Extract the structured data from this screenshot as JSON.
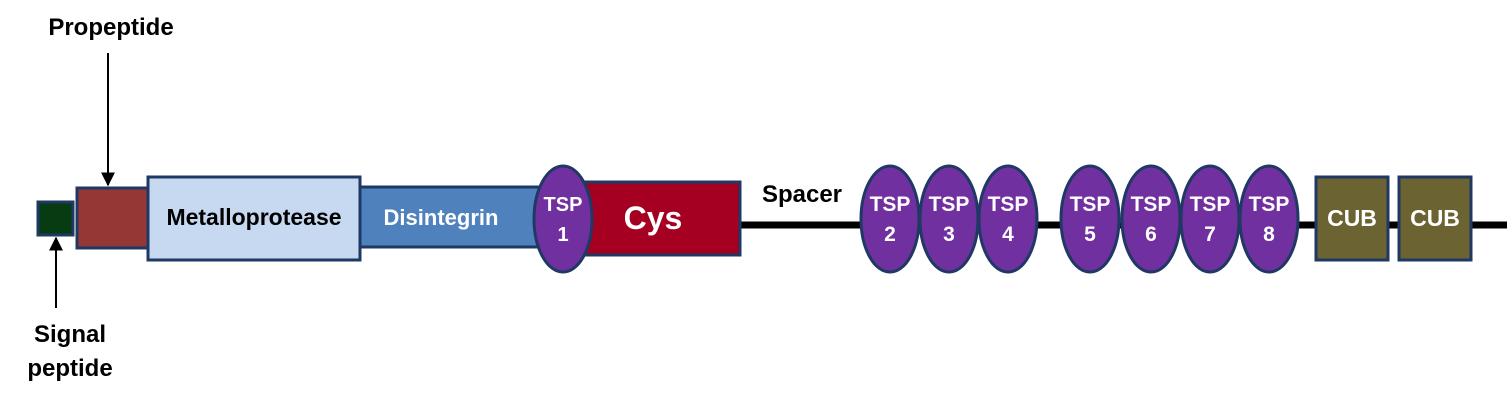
{
  "labels": {
    "propeptide": "Propeptide",
    "signal_line1": "Signal",
    "signal_line2": "peptide",
    "spacer": "Spacer"
  },
  "domains": {
    "metalloprotease": "Metalloprotease",
    "disintegrin": "Disintegrin",
    "cys": "Cys",
    "cub1": "CUB",
    "cub2": "CUB"
  },
  "tsp": [
    {
      "top": "TSP",
      "num": "1"
    },
    {
      "top": "TSP",
      "num": "2"
    },
    {
      "top": "TSP",
      "num": "3"
    },
    {
      "top": "TSP",
      "num": "4"
    },
    {
      "top": "TSP",
      "num": "5"
    },
    {
      "top": "TSP",
      "num": "6"
    },
    {
      "top": "TSP",
      "num": "7"
    },
    {
      "top": "TSP",
      "num": "8"
    }
  ],
  "colors": {
    "signal_peptide": "#073b12",
    "propeptide": "#953735",
    "metalloprotease": "#c6d9f1",
    "disintegrin": "#4f81bd",
    "cys": "#a50021",
    "tsp": "#7030a0",
    "cub": "#6b6332",
    "outline": "#1f3864",
    "backbone": "#000000"
  }
}
